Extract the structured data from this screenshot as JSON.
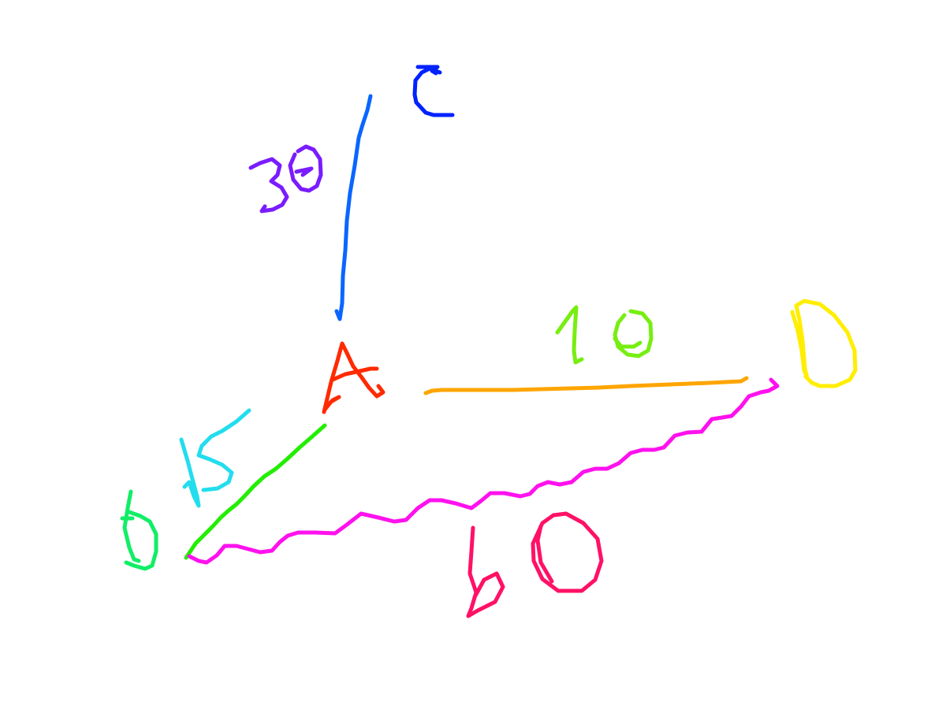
{
  "diagram": {
    "nodes": [
      {
        "id": "A",
        "label": "A",
        "color": "#ff2a00"
      },
      {
        "id": "b",
        "label": "b",
        "color": "#11ee66"
      },
      {
        "id": "C",
        "label": "C",
        "color": "#0022ff"
      },
      {
        "id": "D",
        "label": "D",
        "color": "#ffee00"
      }
    ],
    "edges": [
      {
        "from": "C",
        "to": "A",
        "weight": "30",
        "color": "#0a66ff",
        "weight_color": "#7a1cff"
      },
      {
        "from": "A",
        "to": "D",
        "weight": "10",
        "color": "#ffa500",
        "weight_color": "#77ee11"
      },
      {
        "from": "A",
        "to": "b",
        "weight": "15",
        "color": "#22ee00",
        "weight_color": "#22ddee"
      },
      {
        "from": "b",
        "to": "D",
        "weight": "60",
        "color": "#ff11ee",
        "weight_color": "#ff1166"
      }
    ]
  }
}
